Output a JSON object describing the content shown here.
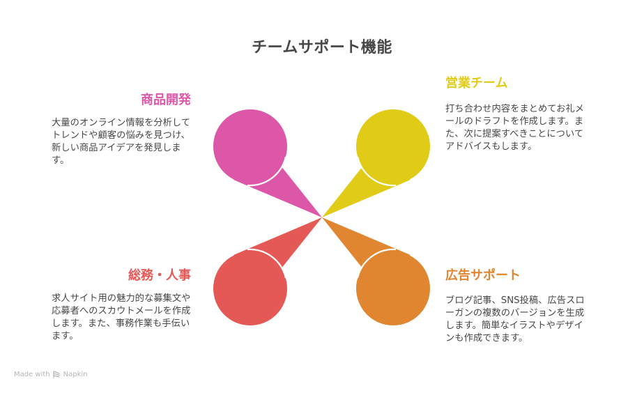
{
  "title": "チームサポート機能",
  "colors": {
    "pink": "#DC57A8",
    "yellow": "#E0CB17",
    "red": "#E45955",
    "orange": "#E08631",
    "text": "#474747",
    "footer": "#B5B5B5"
  },
  "sections": [
    {
      "id": "product-dev",
      "heading": "商品開発",
      "color": "#DC57A8",
      "position": "top-left",
      "description": "大量のオンライン情報を分析してトレンドや顧客の悩みを見つけ、新しい商品アイデアを発見します。"
    },
    {
      "id": "sales-team",
      "heading": "営業チーム",
      "color": "#E0CB17",
      "position": "top-right",
      "description": "打ち合わせ内容をまとめてお礼メールのドラフトを作成します。また、次に提案すべきことについてアドバイスもします。"
    },
    {
      "id": "general-affairs-hr",
      "heading": "総務・人事",
      "color": "#E45955",
      "position": "bottom-left",
      "description": "求人サイト用の魅力的な募集文や応募者へのスカウトメールを作成します。また、事務作業も手伝います。"
    },
    {
      "id": "ad-support",
      "heading": "広告サポート",
      "color": "#E08631",
      "position": "bottom-right",
      "description": "ブログ記事、SNS投稿、広告スローガンの複数のバージョンを生成します。簡単なイラストやデザインも作成できます。"
    }
  ],
  "footer": {
    "made_with": "Made with",
    "brand": "Napkin"
  }
}
